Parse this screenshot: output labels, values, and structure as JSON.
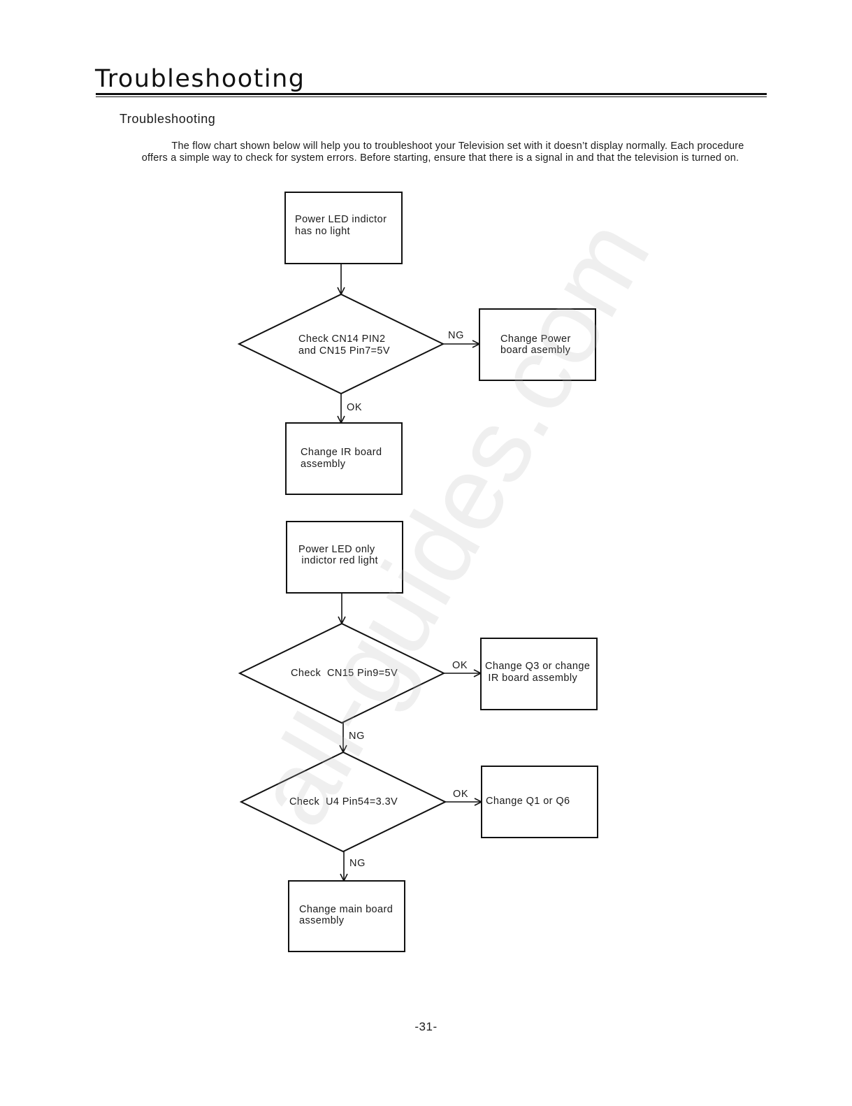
{
  "header": {
    "title": "Troubleshooting"
  },
  "section": {
    "title": "Troubleshooting"
  },
  "intro": {
    "line1": "The flow chart shown below will help you to troubleshoot your Television set with it doesn’t display normally. Each procedure",
    "line2": "offers a simple way to check for system errors. Before starting, ensure that there is a signal in and that the television is turned on."
  },
  "watermark": "all-guides.com",
  "flowchart_1": {
    "start": {
      "lines": [
        "Power LED indictor",
        "has no light"
      ]
    },
    "check": {
      "lines": [
        "Check CN14 PIN2",
        "and CN15 Pin7=5V"
      ]
    },
    "ng_action": {
      "lines": [
        "Change Power",
        "board asembly"
      ]
    },
    "ok_action": {
      "lines": [
        "Change IR board",
        "assembly"
      ]
    },
    "label_ng": "NG",
    "label_ok": "OK"
  },
  "flowchart_2": {
    "start": {
      "lines": [
        "Power LED only",
        " indictor red light"
      ]
    },
    "check1": {
      "lines": [
        "Check  CN15 Pin9=5V"
      ]
    },
    "ok_action1": {
      "lines": [
        "Change Q3 or change",
        " IR board assembly"
      ]
    },
    "check2": {
      "lines": [
        "Check  U4 Pin54=3.3V"
      ]
    },
    "ok_action2": {
      "lines": [
        "Change Q1 or Q6"
      ]
    },
    "ng_action": {
      "lines": [
        "Change main board",
        "assembly"
      ]
    },
    "label_ok1": "OK",
    "label_ng1": "NG",
    "label_ok2": "OK",
    "label_ng2": "NG"
  },
  "footer": {
    "page_number": "-31-"
  }
}
